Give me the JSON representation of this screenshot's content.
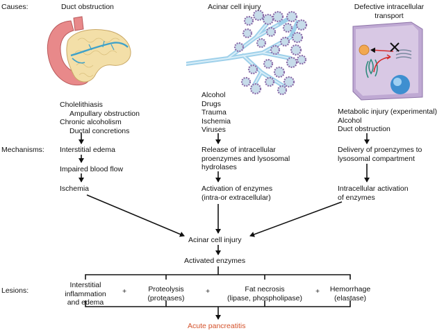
{
  "row_labels": {
    "causes": "Causes:",
    "mechanisms": "Mechanisms:",
    "lesions": "Lesions:"
  },
  "columns": {
    "duct": {
      "header": "Duct obstruction",
      "causes": [
        "Cholelithiasis",
        "Ampullary obstruction",
        "Chronic alcoholism",
        "Ductal concretions"
      ],
      "mech_1": "Interstitial edema",
      "mech_2": "Impaired blood flow",
      "mech_3": "Ischemia"
    },
    "acinar": {
      "header": "Acinar cell injury",
      "causes": [
        "Alcohol",
        "Drugs",
        "Trauma",
        "Ischemia",
        "Viruses"
      ],
      "mech_1": [
        "Release of intracellular",
        "proenzymes and lysosomal",
        "hydrolases"
      ],
      "mech_2": [
        "Activation of enzymes",
        "(intra-or extracellular)"
      ]
    },
    "transport": {
      "header": [
        "Defective intracellular",
        "transport"
      ],
      "causes": [
        "Metabolic injury (experimental)",
        "Alcohol",
        "Duct obstruction"
      ],
      "mech_1": [
        "Delivery of proenzymes to",
        "lysosomal compartment"
      ],
      "mech_2": [
        "Intracellular activation",
        "of enzymes"
      ]
    }
  },
  "convergence": {
    "acinar_injury": "Acinar cell injury",
    "activated_enzymes": "Activated enzymes"
  },
  "lesions": [
    {
      "lines": [
        "Interstitial",
        "inflammation",
        "and edema"
      ]
    },
    {
      "lines": [
        "Proteolysis",
        "(proteases)"
      ]
    },
    {
      "lines": [
        "Fat necrosis",
        "(lipase, phospholipase)"
      ]
    },
    {
      "lines": [
        "Hemorrhage",
        "(elastase)"
      ]
    }
  ],
  "plus_sign": "+",
  "outcome": "Acute pancreatitis",
  "colors": {
    "outcome_text": "#d4512a",
    "pancreas_fill": "#f3dfa8",
    "duodenum_fill": "#e8898a",
    "duct_blue": "#3ea1c9",
    "acinar_lumen": "#9ed0ea",
    "cell_fill": "#d8c8e4"
  },
  "illustrations": [
    "pancreas-illustration",
    "acinar-tree-illustration",
    "cell-transport-illustration"
  ]
}
